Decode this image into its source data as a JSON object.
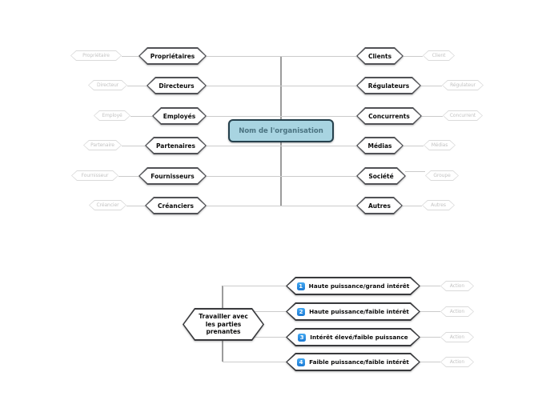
{
  "app": {
    "title": "Carte des parties prenantes"
  },
  "colors": {
    "center_fill": "#a8d4e1",
    "center_border": "#26414d",
    "center_text": "#4a7280",
    "badge_blue": "#1e88e5",
    "main_border": "#515256",
    "branch_border": "#38393c",
    "sub_border": "#dadada",
    "sub_text": "#c3c3c3",
    "trunk_line": "#9b9b9b",
    "connector_line": "#cbcbcb"
  },
  "center_node": {
    "label": "Nom de l'organisation"
  },
  "top_map": {
    "rows": [
      {
        "left_sub": "Propriétaire",
        "left_main": "Propriétaires",
        "right_main": "Clients",
        "right_sub": "Client"
      },
      {
        "left_sub": "Directeur",
        "left_main": "Directeurs",
        "right_main": "Régulateurs",
        "right_sub": "Régulateur"
      },
      {
        "left_sub": "Employé",
        "left_main": "Employés",
        "right_main": "Concurrents",
        "right_sub": "Concurrent"
      },
      {
        "left_sub": "Partenaire",
        "left_main": "Partenaires",
        "right_main": "Médias",
        "right_sub": "Médias"
      },
      {
        "left_sub": "Fournisseur",
        "left_main": "Fournisseurs",
        "right_main": "Société",
        "right_sub": "Groupe"
      },
      {
        "left_sub": "Créancier",
        "left_main": "Créanciers",
        "right_main": "Autres",
        "right_sub": "Autres"
      }
    ]
  },
  "bottom_map": {
    "root_lines": [
      "Travailler avec",
      "les parties",
      "prenantes"
    ],
    "branches": [
      {
        "num": "1",
        "label": "Haute puissance/grand intérêt",
        "action": "Action"
      },
      {
        "num": "2",
        "label": "Haute puissance/faible intérêt",
        "action": "Action"
      },
      {
        "num": "3",
        "label": "Intérêt élevé/faible puissance",
        "action": "Action"
      },
      {
        "num": "4",
        "label": "Faible puissance/faible intérêt",
        "action": "Action"
      }
    ]
  }
}
